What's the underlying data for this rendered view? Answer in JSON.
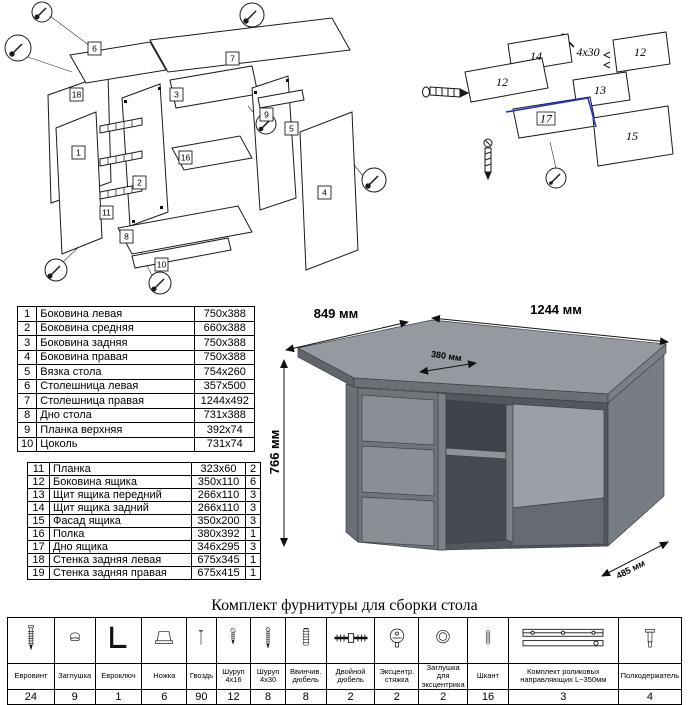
{
  "parts_list_a": [
    {
      "num": "1",
      "name": "Боковина левая",
      "size": "750x388"
    },
    {
      "num": "2",
      "name": "Боковина средняя",
      "size": "660x388"
    },
    {
      "num": "3",
      "name": "Боковина задняя",
      "size": "750x388"
    },
    {
      "num": "4",
      "name": "Боковина правая",
      "size": "750x388"
    },
    {
      "num": "5",
      "name": "Вязка стола",
      "size": "754x260"
    },
    {
      "num": "6",
      "name": "Столешница левая",
      "size": "357x500"
    },
    {
      "num": "7",
      "name": "Столешница правая",
      "size": "1244x492"
    },
    {
      "num": "8",
      "name": "Дно стола",
      "size": "731x388"
    },
    {
      "num": "9",
      "name": "Планка верхняя",
      "size": "392x74"
    },
    {
      "num": "10",
      "name": "Цоколь",
      "size": "731x74"
    }
  ],
  "parts_list_b": [
    {
      "num": "11",
      "name": "Планка",
      "size": "323x60",
      "qty": "2"
    },
    {
      "num": "12",
      "name": "Боковина ящика",
      "size": "350x110",
      "qty": "6"
    },
    {
      "num": "13",
      "name": "Щит ящика передний",
      "size": "266x110",
      "qty": "3"
    },
    {
      "num": "14",
      "name": "Щит ящика задний",
      "size": "266x110",
      "qty": "3"
    },
    {
      "num": "15",
      "name": "Фасад ящика",
      "size": "350x200",
      "qty": "3"
    },
    {
      "num": "16",
      "name": "Полка",
      "size": "380x392",
      "qty": "1"
    },
    {
      "num": "17",
      "name": "Дно ящика",
      "size": "346x295",
      "qty": "3"
    },
    {
      "num": "18",
      "name": "Стенка задняя левая",
      "size": "675x345",
      "qty": "1"
    },
    {
      "num": "19",
      "name": "Стенка задняя правая",
      "size": "675x415",
      "qty": "1"
    }
  ],
  "desk_dimensions": {
    "left_top": "849 мм",
    "right_top": "1244 мм",
    "height": "766 мм",
    "inner": "380 мм",
    "depth": "485 мм"
  },
  "hardware": {
    "title": "Комплект фурнитуры для сборки стола",
    "items": [
      {
        "name": "Евровинт",
        "qty": "24",
        "icon": "confirmat-screw-icon"
      },
      {
        "name": "Заглушка",
        "qty": "9",
        "icon": "cap-icon"
      },
      {
        "name": "Евроключ",
        "qty": "1",
        "icon": "hex-key-icon"
      },
      {
        "name": "Ножка",
        "qty": "6",
        "icon": "foot-icon"
      },
      {
        "name": "Гвоздь",
        "qty": "90",
        "icon": "nail-icon"
      },
      {
        "name": "Шуруп 4х16",
        "qty": "12",
        "icon": "screw-small-icon"
      },
      {
        "name": "Шуруп 4х30",
        "qty": "8",
        "icon": "screw-long-icon"
      },
      {
        "name": "Ввинчив. дюбель",
        "qty": "8",
        "icon": "threaded-dowel-icon"
      },
      {
        "name": "Двойной дюбель",
        "qty": "2",
        "icon": "double-dowel-icon"
      },
      {
        "name": "Эксцентр. стяжка",
        "qty": "2",
        "icon": "cam-lock-icon"
      },
      {
        "name": "Заглушка для эксцентрика",
        "qty": "2",
        "icon": "cam-cap-icon"
      },
      {
        "name": "Шкант",
        "qty": "16",
        "icon": "wooden-dowel-icon"
      },
      {
        "name": "Комплект роликовых направляющих L~350мм",
        "qty": "3",
        "icon": "drawer-slides-icon"
      },
      {
        "name": "Полкодержатель",
        "qty": "4",
        "icon": "shelf-support-icon"
      }
    ]
  },
  "diagram_left": {
    "labels": {
      "n18": "18",
      "n6": "6",
      "n7": "7",
      "n3": "3",
      "n1": "1",
      "n2": "2",
      "n11": "11",
      "n16": "16",
      "n5": "5",
      "n9": "9",
      "n8": "8",
      "n10": "10",
      "n4": "4"
    }
  },
  "diagram_right": {
    "labels": {
      "n14": "14",
      "n12a": "12",
      "n12b": "12",
      "n13": "13",
      "n17": "17",
      "n15": "15"
    },
    "screw_label": "4x30"
  }
}
